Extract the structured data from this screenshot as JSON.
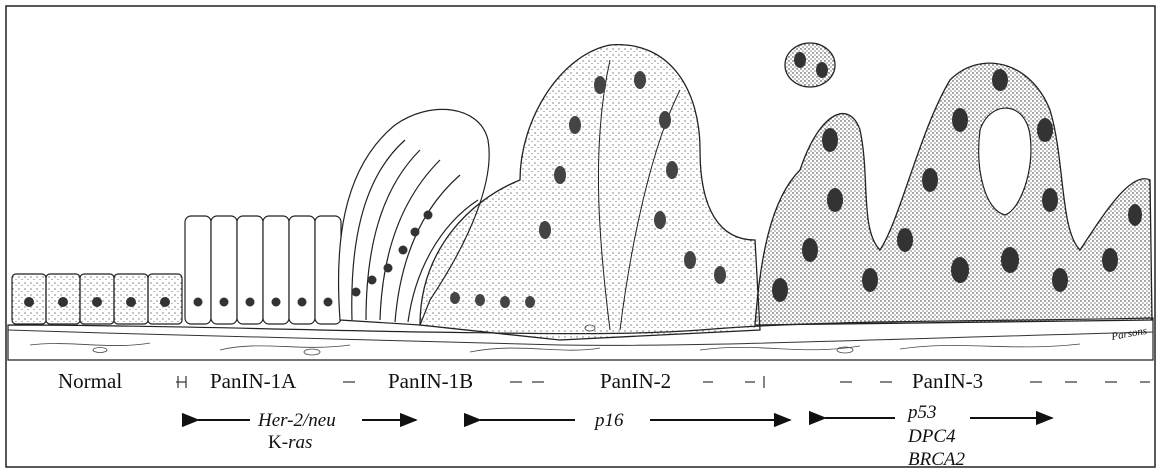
{
  "stages": {
    "normal": "Normal",
    "panin1a": "PanIN-1A",
    "panin1b": "PanIN-1B",
    "panin2": "PanIN-2",
    "panin3": "PanIN-3"
  },
  "genes": {
    "her2_neu": "Her-2/neu",
    "kras_prefix": "K-",
    "kras_italic": "ras",
    "p16": "p16",
    "p53": "p53",
    "dpc4": "DPC4",
    "brca2": "BRCA2"
  },
  "signature": "Parsons"
}
